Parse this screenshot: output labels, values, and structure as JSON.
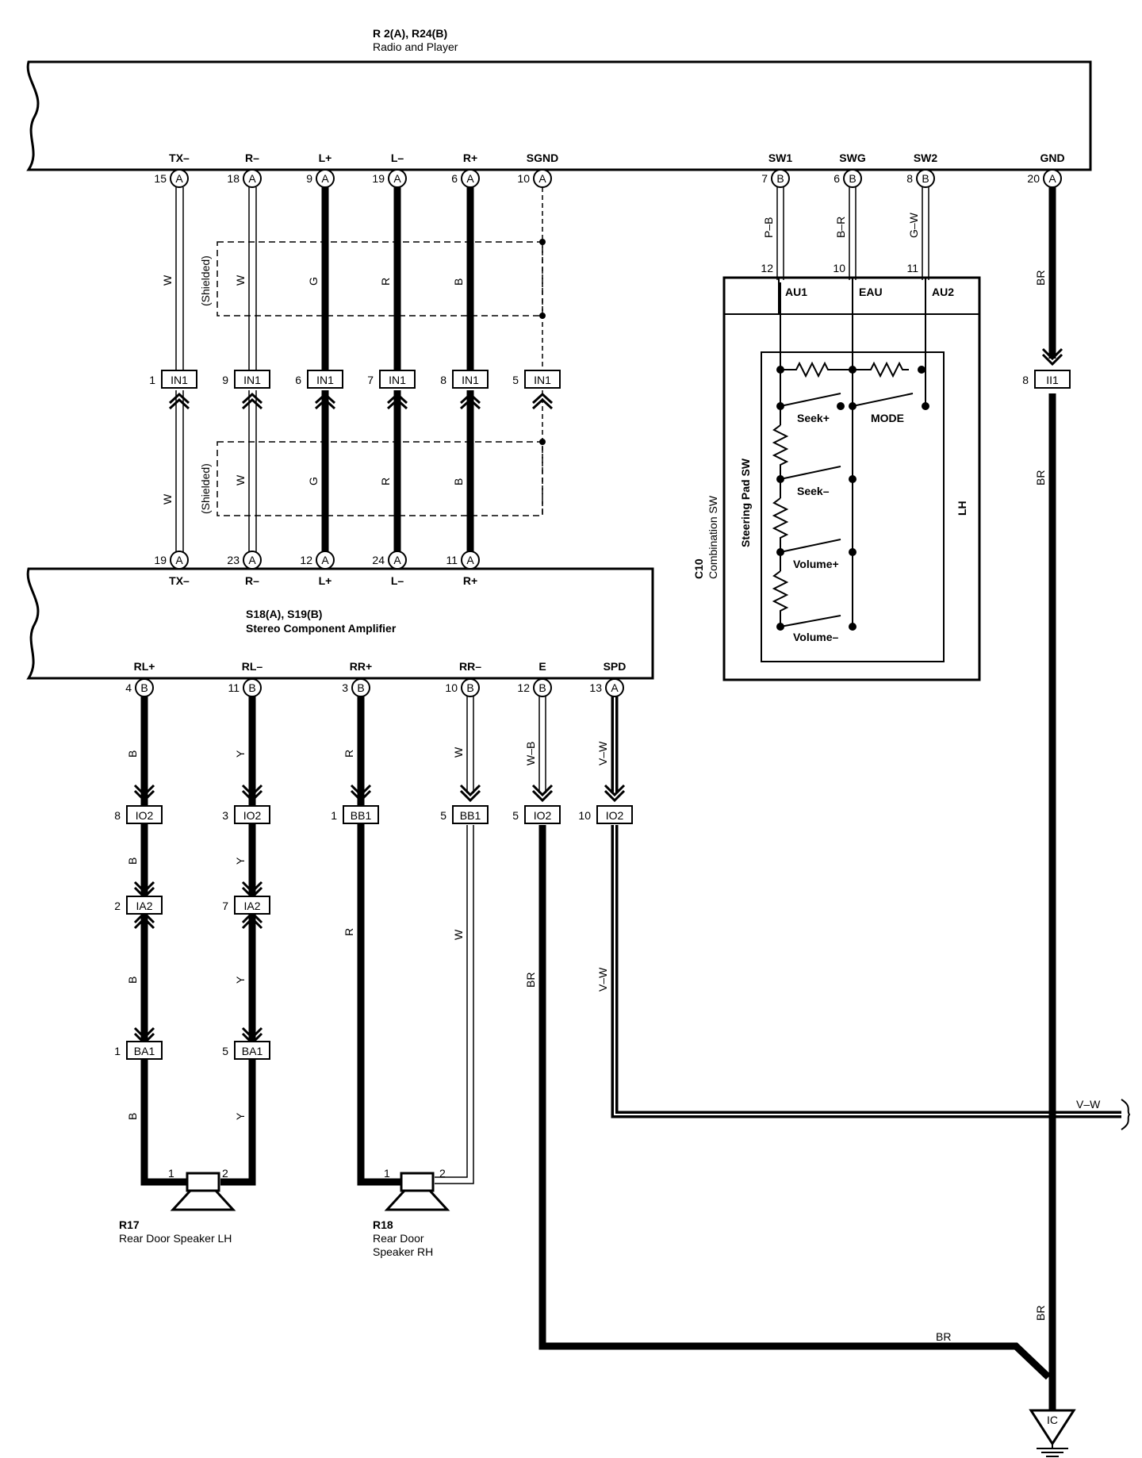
{
  "radio": {
    "id": "R 2(A), R24(B)",
    "name": "Radio and Player"
  },
  "amp": {
    "id": "S18(A), S19(B)",
    "name": "Stereo Component Amplifier"
  },
  "combo": {
    "id": "C10",
    "name": "Combination SW",
    "sub": "Steering Pad SW",
    "side": "LH"
  },
  "radio_terms": [
    {
      "name": "TX–",
      "pin": "15",
      "conn": "A"
    },
    {
      "name": "R–",
      "pin": "18",
      "conn": "A"
    },
    {
      "name": "L+",
      "pin": "9",
      "conn": "A"
    },
    {
      "name": "L–",
      "pin": "19",
      "conn": "A"
    },
    {
      "name": "R+",
      "pin": "6",
      "conn": "A"
    },
    {
      "name": "SGND",
      "pin": "10",
      "conn": "A"
    },
    {
      "name": "SW1",
      "pin": "7",
      "conn": "B"
    },
    {
      "name": "SWG",
      "pin": "6",
      "conn": "B"
    },
    {
      "name": "SW2",
      "pin": "8",
      "conn": "B"
    },
    {
      "name": "GND",
      "pin": "20",
      "conn": "A"
    }
  ],
  "upper_wire_colors": [
    "W",
    "W",
    "G",
    "R",
    "B"
  ],
  "lower_wire_colors": [
    "W",
    "W",
    "G",
    "R",
    "B"
  ],
  "shielded": "(Shielded)",
  "in1": {
    "label": "IN1",
    "pins": [
      "1",
      "9",
      "6",
      "7",
      "8",
      "5"
    ]
  },
  "amp_in_terms": [
    {
      "name": "TX–",
      "pin": "19",
      "conn": "A"
    },
    {
      "name": "R–",
      "pin": "23",
      "conn": "A"
    },
    {
      "name": "L+",
      "pin": "12",
      "conn": "A"
    },
    {
      "name": "L–",
      "pin": "24",
      "conn": "A"
    },
    {
      "name": "R+",
      "pin": "11",
      "conn": "A"
    }
  ],
  "amp_out_terms": [
    {
      "name": "RL+",
      "pin": "4",
      "conn": "B"
    },
    {
      "name": "RL–",
      "pin": "11",
      "conn": "B"
    },
    {
      "name": "RR+",
      "pin": "3",
      "conn": "B"
    },
    {
      "name": "RR–",
      "pin": "10",
      "conn": "B"
    },
    {
      "name": "E",
      "pin": "12",
      "conn": "B"
    },
    {
      "name": "SPD",
      "pin": "13",
      "conn": "A"
    }
  ],
  "sw_wires": [
    {
      "color": "P–B",
      "pin": "12",
      "term": "AU1"
    },
    {
      "color": "B–R",
      "pin": "10",
      "term": "EAU"
    },
    {
      "color": "G–W",
      "pin": "11",
      "term": "AU2"
    }
  ],
  "switches": {
    "seek_plus": "Seek+",
    "mode": "MODE",
    "seek_minus": "Seek–",
    "vol_plus": "Volume+",
    "vol_minus": "Volume–"
  },
  "gnd": {
    "color": "BR",
    "ii1": "II1",
    "ii1_pin": "8",
    "ground": "IC"
  },
  "out_colors_a": [
    "B",
    "Y",
    "R",
    "W",
    "W–B",
    "V–W"
  ],
  "conn_row1": [
    {
      "pin": "8",
      "label": "IO2"
    },
    {
      "pin": "3",
      "label": "IO2"
    },
    {
      "pin": "1",
      "label": "BB1"
    },
    {
      "pin": "5",
      "label": "BB1"
    },
    {
      "pin": "5",
      "label": "IO2"
    },
    {
      "pin": "10",
      "label": "IO2"
    }
  ],
  "out_colors_b": [
    "B",
    "Y",
    "R",
    "W",
    "BR",
    "V–W"
  ],
  "conn_row2": [
    {
      "pin": "2",
      "label": "IA2"
    },
    {
      "pin": "7",
      "label": "IA2"
    }
  ],
  "out_colors_c": [
    "B",
    "Y"
  ],
  "conn_row3": [
    {
      "pin": "1",
      "label": "BA1"
    },
    {
      "pin": "5",
      "label": "BA1"
    }
  ],
  "out_colors_d": [
    "B",
    "Y"
  ],
  "vw_out": "V–W",
  "br_bottom": "BR",
  "spk_lh": {
    "id": "R17",
    "name": "Rear Door Speaker LH",
    "p1": "1",
    "p2": "2"
  },
  "spk_rh": {
    "id": "R18",
    "name1": "Rear Door",
    "name2": "Speaker RH",
    "p1": "1",
    "p2": "2"
  }
}
